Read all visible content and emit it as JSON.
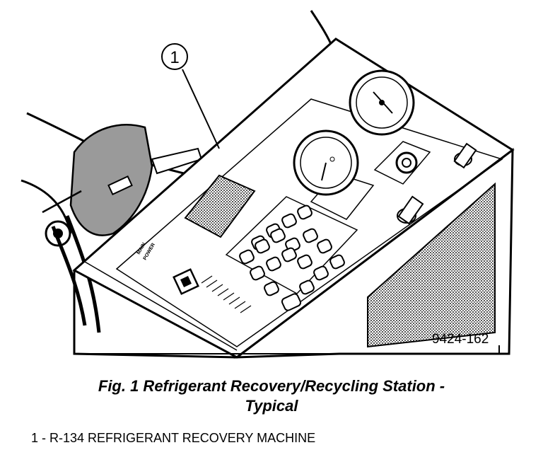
{
  "figure": {
    "callout_number": "1",
    "figure_id": "9424-162"
  },
  "caption": {
    "line1": "Fig. 1 Refrigerant Recovery/Recycling Station -",
    "line2": "Typical"
  },
  "legend": {
    "item1": "1 - R-134 REFRIGERANT RECOVERY MACHINE"
  }
}
